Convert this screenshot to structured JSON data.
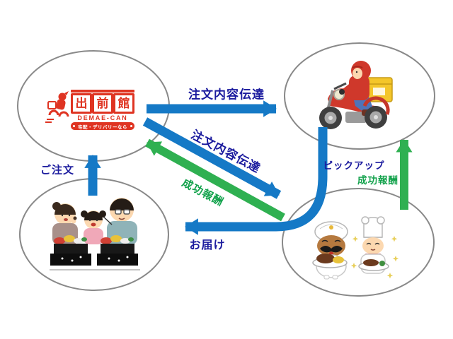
{
  "diagram_type": "delivery-service-flow",
  "logo": {
    "kanji": [
      "出",
      "前",
      "館"
    ],
    "romaji": "DEMAE-CAN",
    "tagline": "宅配・デリバリーなら"
  },
  "labels": {
    "order_details_top": "注文内容伝達",
    "order_details_diagonal": "注文内容伝達",
    "success_fee_diagonal": "成功報酬",
    "customer_order": "ご注文",
    "pickup": "ピックアップ",
    "success_fee_vertical": "成功報酬",
    "delivery": "お届け"
  },
  "nodes": {
    "platform_icon": "demaecan-logo",
    "courier_icon": "delivery-rider-illustration",
    "customer_icon": "family-eating-illustration",
    "restaurant_icon": "chefs-illustration"
  },
  "colors": {
    "arrow_blue": "#1579c6",
    "label_navy": "#1b1b9e",
    "arrow_green": "#2fb051",
    "label_green": "#13a24c",
    "ellipse_gray": "#898989",
    "logo_red": "#df3422",
    "background": "#ffffff"
  }
}
